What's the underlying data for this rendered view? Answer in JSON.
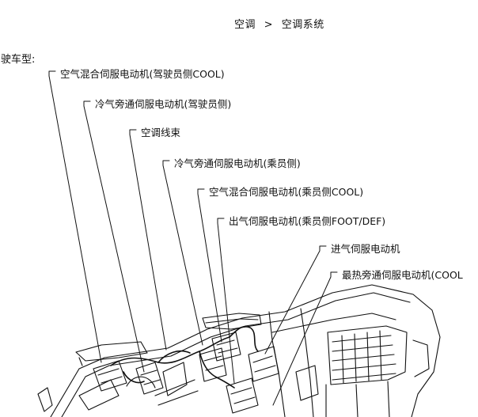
{
  "breadcrumb": {
    "parent": "空调",
    "separator": ">",
    "current": "空调系统"
  },
  "section_label": "驾驶车型:",
  "callouts": [
    "空气混合伺服电动机(驾驶员侧COOL)",
    "冷气旁通伺服电动机(驾驶员侧)",
    "空调线束",
    "冷气旁通伺服电动机(乘员侧)",
    "空气混合伺服电动机(乘员侧COOL)",
    "出气伺服电动机(乘员侧FOOT/DEF)",
    "进气伺服电动机",
    "最热旁通伺服电动机(COOL"
  ]
}
